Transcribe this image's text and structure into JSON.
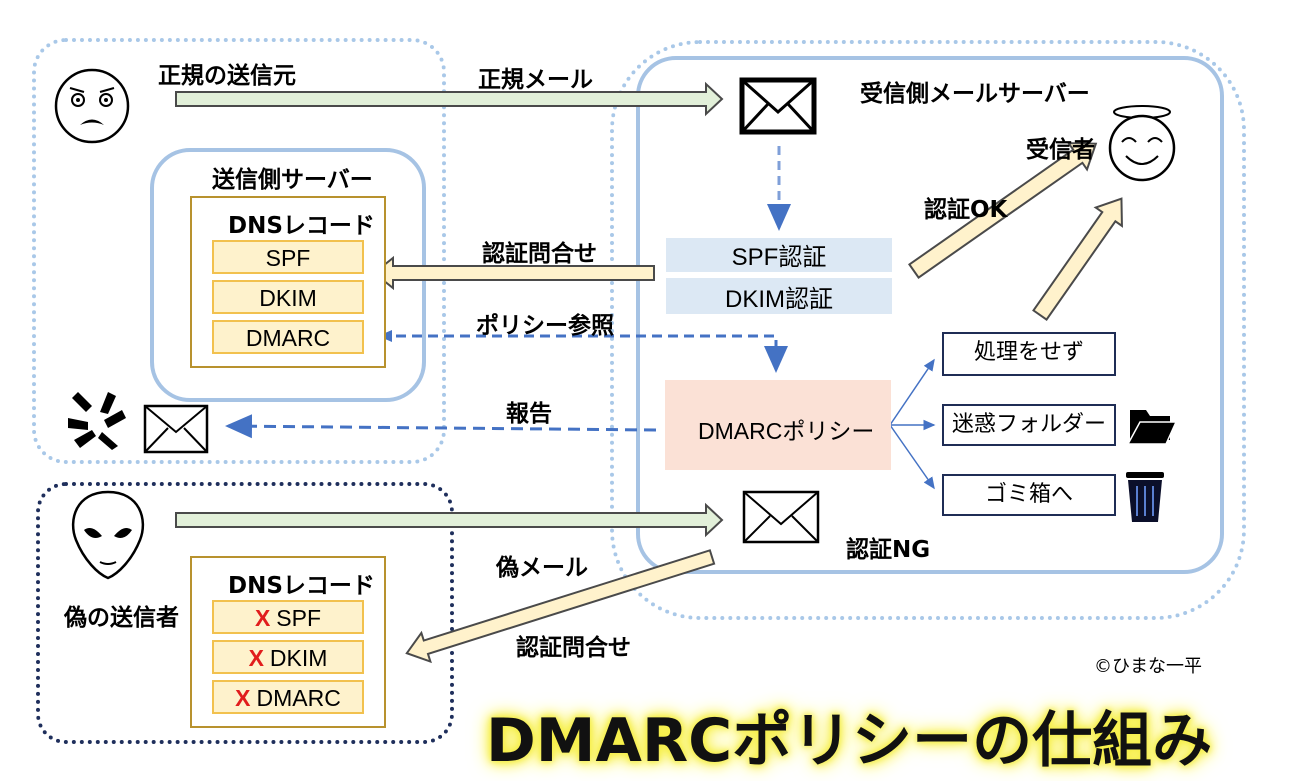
{
  "title": "DMARCポリシーの仕組み",
  "credit": "©ひまな一平",
  "legit_sender": {
    "label": "正規の送信元",
    "server_label": "送信側サーバー",
    "dns_title": "DNSレコード",
    "records": [
      "SPF",
      "DKIM",
      "DMARC"
    ]
  },
  "fake_sender": {
    "label": "偽の送信者",
    "dns_title": "DNSレコード",
    "records": [
      "SPF",
      "DKIM",
      "DMARC"
    ],
    "fail_mark": "X"
  },
  "receiver": {
    "server_label": "受信側メールサーバー",
    "recipient_label": "受信者",
    "spf_auth": "SPF認証",
    "dkim_auth": "DKIM認証",
    "dmarc_policy": "DMARCポリシー",
    "actions": [
      "処理をせず",
      "迷惑フォルダー",
      "ゴミ箱へ"
    ]
  },
  "flows": {
    "legit_mail": "正規メール",
    "auth_query": "認証問合せ",
    "policy_ref": "ポリシー参照",
    "report": "報告",
    "auth_ok": "認証OK",
    "fake_mail": "偽メール",
    "auth_query_fake": "認証問合せ",
    "auth_ng": "認証NG"
  },
  "colors": {
    "fill_arrow_green": "#e2f0d9",
    "fill_arrow_yellow": "#fff2cc",
    "dashed_blue": "#4472c4",
    "dmarc_policy_bg": "#fbe1d6",
    "auth_bg": "#dce8f4",
    "title_glow": "#f5ef4a"
  },
  "icons": [
    "frown-face-icon",
    "smile-angel-face-icon",
    "angry-face-icon",
    "alien-face-icon",
    "envelope-icon",
    "folder-icon",
    "trash-can-icon"
  ]
}
